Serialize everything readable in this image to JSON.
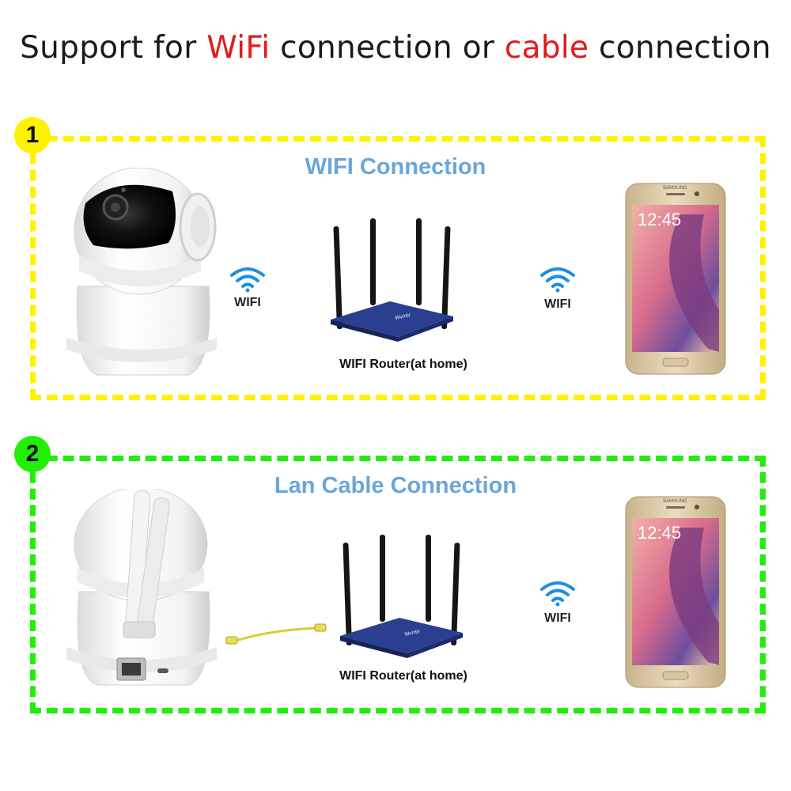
{
  "headline": {
    "part1": "Support for ",
    "wifi": "WiFi",
    "part2": " connection or ",
    "cable": "cable",
    "part3": " connection"
  },
  "colors": {
    "highlight": "#e11b1b",
    "panel1_border": "#fff200",
    "panel2_border": "#22ee0a",
    "section_title": "#6aa6d8"
  },
  "panel1": {
    "badge": "1",
    "title": "WIFI Connection",
    "wifi_left_label": "WIFI",
    "wifi_right_label": "WIFI",
    "router_label": "WIFI Router(at home)",
    "phone_time": "12:45",
    "phone_brand": "SAMSUNG"
  },
  "panel2": {
    "badge": "2",
    "title": "Lan Cable Connection",
    "wifi_right_label": "WIFI",
    "router_label": "WIFI Router(at home)",
    "phone_time": "12:45",
    "phone_brand": "SAMSUNG"
  }
}
